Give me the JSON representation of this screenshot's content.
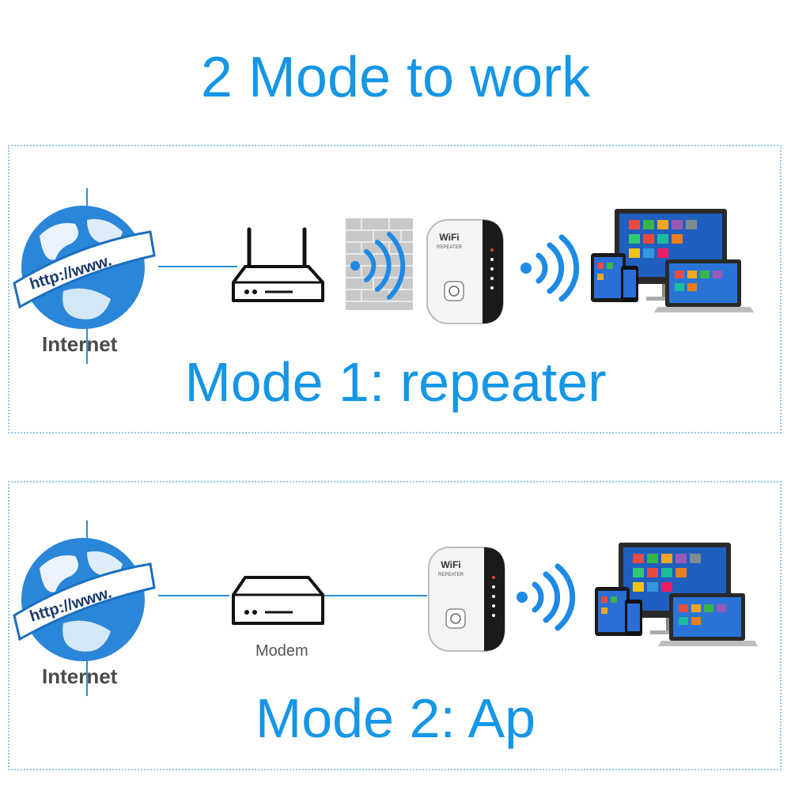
{
  "page": {
    "title": "2 Mode to work"
  },
  "globe": {
    "banner_text": "http://www."
  },
  "repeater": {
    "brand": "WiFi",
    "sub": "REPEATER"
  },
  "mode1": {
    "title": "Mode 1: repeater",
    "internet_label": "Internet"
  },
  "mode2": {
    "title": "Mode 2: Ap",
    "internet_label": "Internet",
    "modem_label": "Modem"
  },
  "colors": {
    "accent": "#1596e6",
    "signal": "#1e8ae6",
    "border": "#8ec8e6"
  }
}
